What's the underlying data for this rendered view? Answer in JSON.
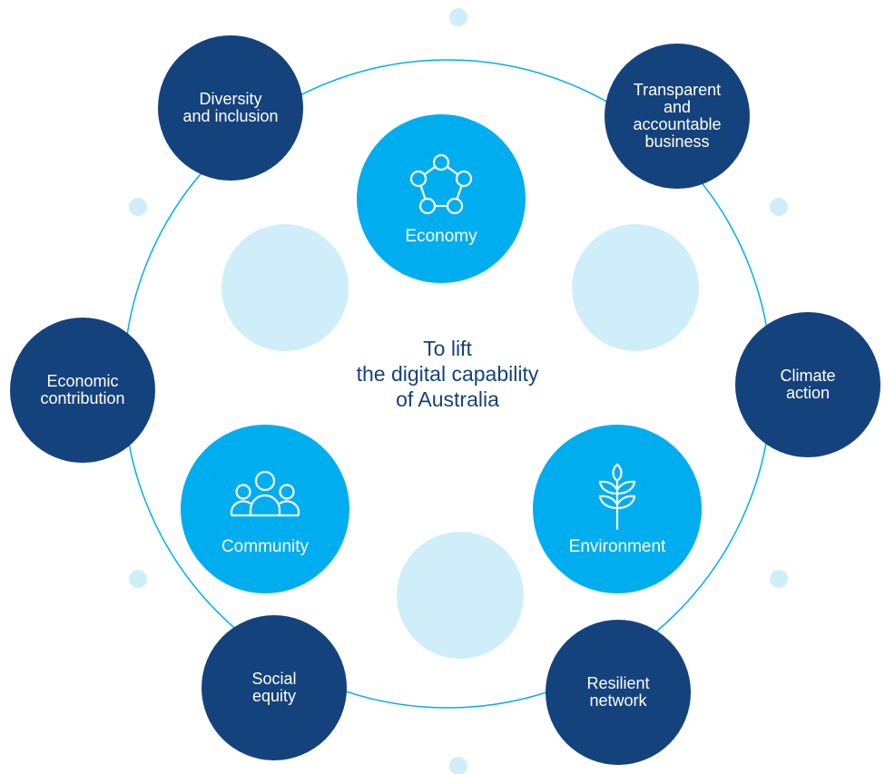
{
  "center": {
    "line1": "To lift",
    "line2": "the digital capability",
    "line3": "of Australia"
  },
  "pillars": {
    "economy": "Economy",
    "community": "Community",
    "environment": "Environment"
  },
  "outer": {
    "diversity": {
      "line1": "Diversity",
      "line2": "and inclusion"
    },
    "transparent": {
      "line1": "Transparent",
      "line2": "and",
      "line3": "accountable",
      "line4": "business"
    },
    "economic": {
      "line1": "Economic",
      "line2": "contribution"
    },
    "climate": {
      "line1": "Climate",
      "line2": "action"
    },
    "social": {
      "line1": "Social",
      "line2": "equity"
    },
    "resilient": {
      "line1": "Resilient",
      "line2": "network"
    }
  },
  "colors": {
    "dark_navy": "#14427d",
    "bright_blue": "#00aeef",
    "pale_blue": "#cfeefa",
    "ring_line": "#00aeef"
  },
  "icons": {
    "economy": "network-pentagon-icon",
    "community": "people-group-icon",
    "environment": "wheat-sprig-icon"
  }
}
